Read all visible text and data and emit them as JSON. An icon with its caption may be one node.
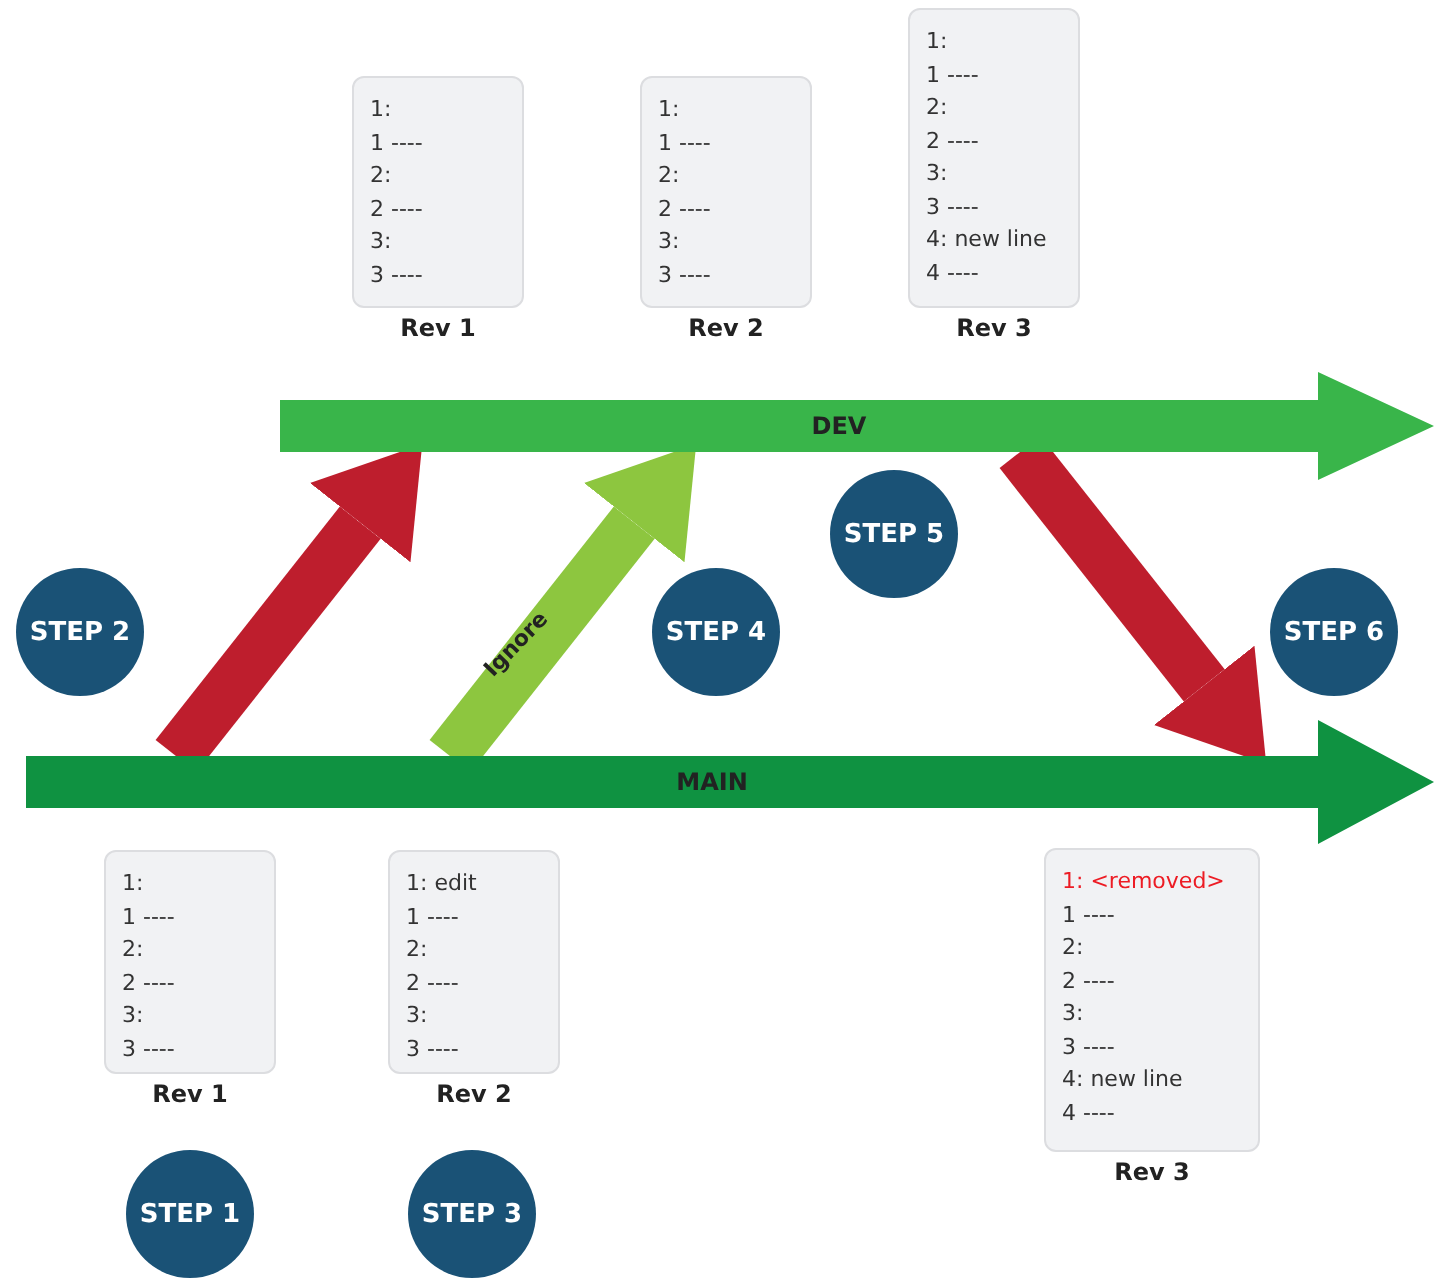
{
  "diagram": {
    "nodes": [
      {
        "text": [
          "1:",
          "1 ----",
          "2:",
          "2 ----",
          "3:",
          "3 ----"
        ],
        "beside": [
          "Rev 1"
        ]
      },
      {
        "text": [
          "1:",
          "1 ----",
          "2:",
          "2 ----",
          "3:",
          "3 ----"
        ],
        "beside": [
          "Rev 2"
        ]
      },
      {
        "text": [
          "1:",
          "1 ----",
          "2:",
          "2 ----",
          "3:",
          "3 ----",
          "4: new line",
          "4 ----"
        ],
        "beside": [
          "Rev 3"
        ]
      },
      {
        "text": [
          "DEV"
        ]
      },
      {
        "text": [
          "STEP 2"
        ]
      },
      {
        "text": [
          "STEP 5"
        ]
      },
      {
        "text": [
          "STEP 4"
        ]
      },
      {
        "text": [
          "STEP 6"
        ]
      },
      {
        "text": [
          "MAIN"
        ]
      },
      {
        "text": [
          "1:",
          "1 ----",
          "2:",
          "2 ----",
          "3:",
          "3 ----"
        ],
        "beside": [
          "Rev 1"
        ]
      },
      {
        "text": [
          "1: edit",
          "1 ----",
          "2:",
          "2 ----",
          "3:",
          "3 ----"
        ],
        "beside": [
          "Rev 2"
        ]
      },
      {
        "text": [
          "1: <removed>",
          "1 ----",
          "2:",
          "2 ----",
          "3:",
          "3 ----",
          "4: new line",
          "4 ----"
        ],
        "beside": [
          "Rev 3"
        ]
      },
      {
        "text": [
          "STEP 1"
        ]
      },
      {
        "text": [
          "STEP 3"
        ]
      }
    ],
    "edges": [
      {
        "from": 8,
        "to": 3,
        "arrow": "to"
      },
      {
        "from": 8,
        "to": 3,
        "arrow": "to",
        "label": "Ignore",
        "color": "#8dc63f"
      },
      {
        "from": 3,
        "to": 8,
        "arrow": "to"
      }
    ]
  }
}
